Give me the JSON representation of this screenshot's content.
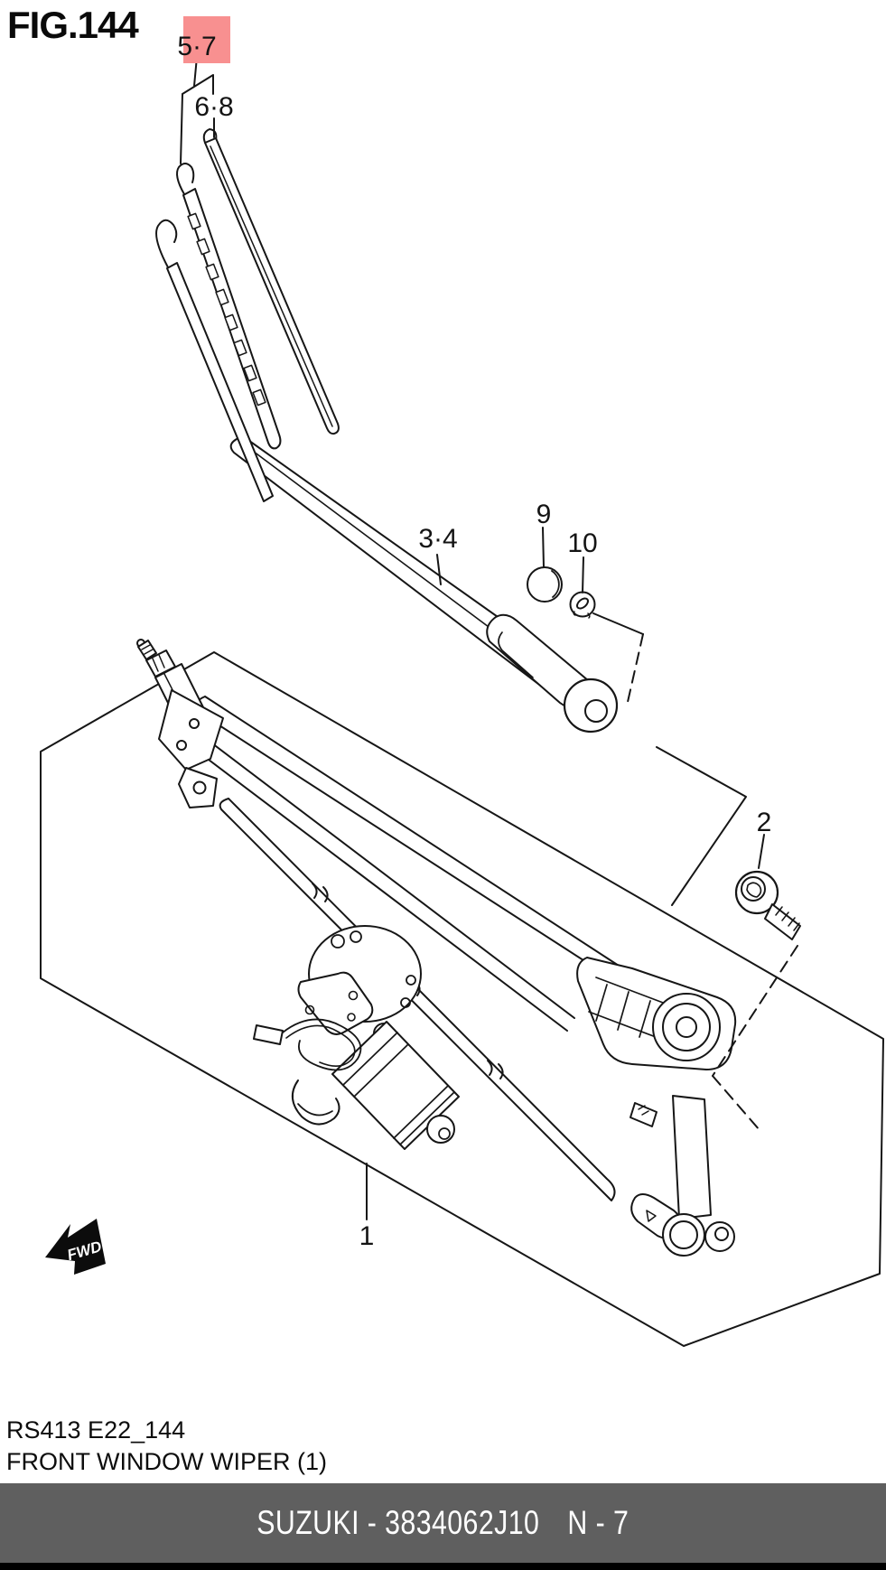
{
  "page": {
    "figure_title": "FIG.144"
  },
  "diagram": {
    "highlight_color": "#F89090",
    "callouts": [
      {
        "label": "5·7",
        "highlighted": true,
        "points_to": "wiper blade assembly"
      },
      {
        "label": "6·8",
        "highlighted": false,
        "points_to": "wiper blade"
      },
      {
        "label": "3·4",
        "highlighted": false,
        "points_to": "wiper arm"
      },
      {
        "label": "9",
        "highlighted": false,
        "points_to": "pivot cap"
      },
      {
        "label": "10",
        "highlighted": false,
        "points_to": "pivot nut"
      },
      {
        "label": "2",
        "highlighted": false,
        "points_to": "mounting bolt"
      },
      {
        "label": "1",
        "highlighted": false,
        "points_to": "wiper motor and linkage"
      }
    ],
    "fwd_label": "FWD"
  },
  "caption": {
    "drawing_code": "RS413 E22_144",
    "figure_name": "FRONT WINDOW WIPER (1)"
  },
  "footer": {
    "left_text": "SUZUKI - 3834062J10",
    "right_text": "N - 7",
    "bar_color": "#5F5F5F",
    "text_color": "#FFFFFF"
  }
}
